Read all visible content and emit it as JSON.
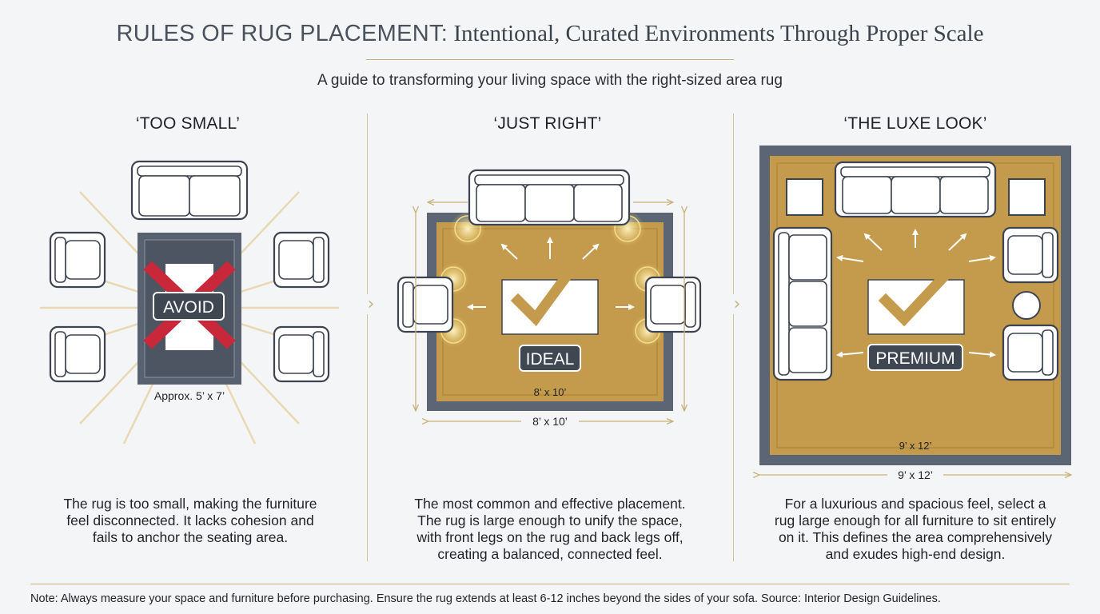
{
  "header": {
    "title_lead": "RULES OF RUG PLACEMENT:",
    "title_rest": " Intentional, Curated Environments Through Proper Scale",
    "subtitle": "A guide to transforming your living space with the right-sized area rug"
  },
  "panels": [
    {
      "heading": "‘TOO SMALL’",
      "badge": "AVOID",
      "size_label": "Approx. 5’ x 7’",
      "description_lines": [
        "The rug is too small, making the furniture",
        "feel disconnected. It lacks cohesion and",
        "fails to anchor the seating area."
      ]
    },
    {
      "heading": "‘JUST RIGHT’",
      "badge": "IDEAL",
      "size_label_inner": "8’ x 10’",
      "size_label_outer": "8’ x 10’",
      "description_lines": [
        "The most common and effective placement.",
        "The rug is large enough to unify the space,",
        "with front legs on the rug and back legs off,",
        "creating a balanced, connected feel."
      ]
    },
    {
      "heading": "‘THE LUXE LOOK’",
      "badge": "PREMIUM",
      "size_label_inner": "9’ x 12’",
      "size_label_outer": "9’ x 12’",
      "description_lines": [
        "For a luxurious and spacious feel, select a",
        "rug large enough for all furniture to sit entirely",
        "on it. This defines the area comprehensively",
        "and exudes high-end design."
      ]
    }
  ],
  "note": "Note: Always measure your space and furniture before purchasing. Ensure the rug extends at least 6-12 inches beyond the sides of your sofa. Source: Interior Design Guidelines.",
  "colors": {
    "rug_gold": "#c49a4c",
    "rug_border": "#5b6573",
    "avoid_red": "#c8283a",
    "badge_dark": "#3f4752",
    "line_gold": "#c9b27a",
    "furniture_stroke": "#3d4450"
  },
  "icons": [
    "sofa-icon",
    "armchair-icon",
    "side-table-icon",
    "round-table-icon",
    "checkmark-icon",
    "cross-icon",
    "arrow-icon",
    "chevron-right-icon"
  ]
}
